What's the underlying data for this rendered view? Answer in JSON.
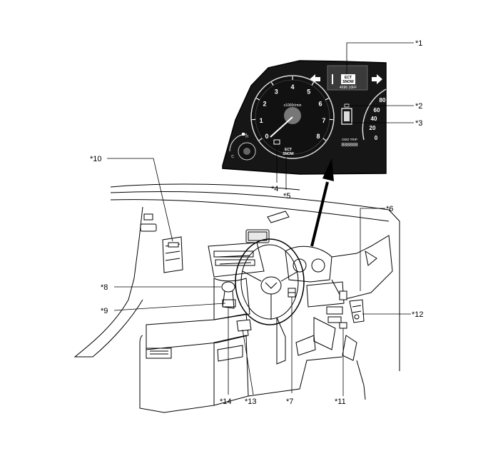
{
  "callouts": {
    "c1": "*1",
    "c2": "*2",
    "c3": "*3",
    "c4": "*4",
    "c5": "*5",
    "c6": "*6",
    "c7": "*7",
    "c8": "*8",
    "c9": "*9",
    "c10": "*10",
    "c11": "*11",
    "c12": "*12",
    "c13": "*13",
    "c14": "*14"
  },
  "cluster": {
    "display_line1": "ECT",
    "display_line2": "SNOW",
    "display_sub": "4696 16FF",
    "tach_numbers": [
      "0",
      "1",
      "2",
      "3",
      "4",
      "5",
      "6",
      "7",
      "8"
    ],
    "tach_unit": "x1000r/min",
    "speed_numbers": [
      "80",
      "60",
      "40",
      "20",
      "0"
    ],
    "odo_label": "ODO TRIP",
    "odo_value": "888888",
    "indicator_line1": "ECT",
    "indicator_line2": "SNOW",
    "gauge_h": "H",
    "gauge_c": "C"
  },
  "colors": {
    "cluster_bg": "#1a1a1a",
    "line": "#000000"
  }
}
